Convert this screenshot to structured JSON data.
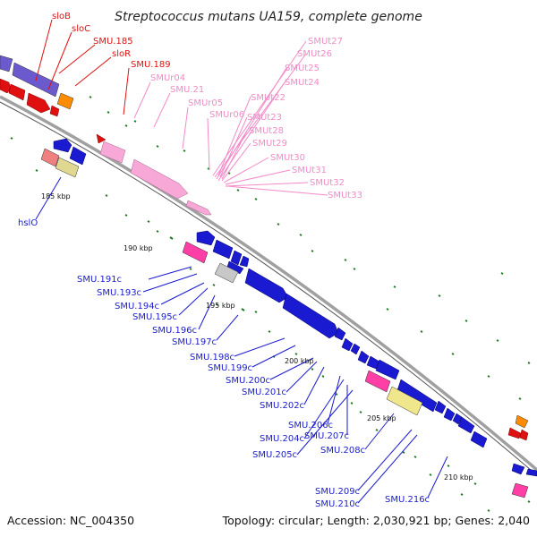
{
  "title": "Streptococcus mutans UA159, complete genome",
  "footer": {
    "accession": "Accession: NC_004350",
    "summary": "Topology: circular; Length: 2,030,921 bp; Genes: 2,040"
  },
  "colors": {
    "backbone": "#a0a0a0",
    "tick": "#1f7a1f",
    "red": "#e01010",
    "pink": "#f7a8d6",
    "blue": "#1a1ad0",
    "purple": "#6a5acd",
    "orange": "#ff8c00",
    "magenta": "#ff3fa6",
    "khaki": "#f0e68c",
    "salmon": "#f08080",
    "grey": "#c8c8c8"
  },
  "scale_labels": [
    "185 kbp",
    "190 kbp",
    "195 kbp",
    "200 kbp",
    "205 kbp",
    "210 kbp"
  ],
  "red_labels": [
    "sloB",
    "sloC",
    "SMU.185",
    "sloR",
    "SMU.189"
  ],
  "pink_labels": [
    "SMUr04",
    "SMU.21",
    "SMUr05",
    "SMUr06",
    "SMUt27",
    "SMUt26",
    "SMUt25",
    "SMUt24",
    "SMUt22",
    "SMUt23",
    "SMUt28",
    "SMUt29",
    "SMUt30",
    "SMUt31",
    "SMUt32",
    "SMUt33"
  ],
  "blue_labels": [
    "hslO",
    "SMU.191c",
    "SMU.193c",
    "SMU.194c",
    "SMU.195c",
    "SMU.196c",
    "SMU.197c",
    "SMU.198c",
    "SMU.199c",
    "SMU.200c",
    "SMU.201c",
    "SMU.202c",
    "SMU.206c",
    "SMU.204c",
    "SMU.207c",
    "SMU.205c",
    "SMU.208c",
    "SMU.209c",
    "SMU.210c",
    "SMU.216c"
  ]
}
